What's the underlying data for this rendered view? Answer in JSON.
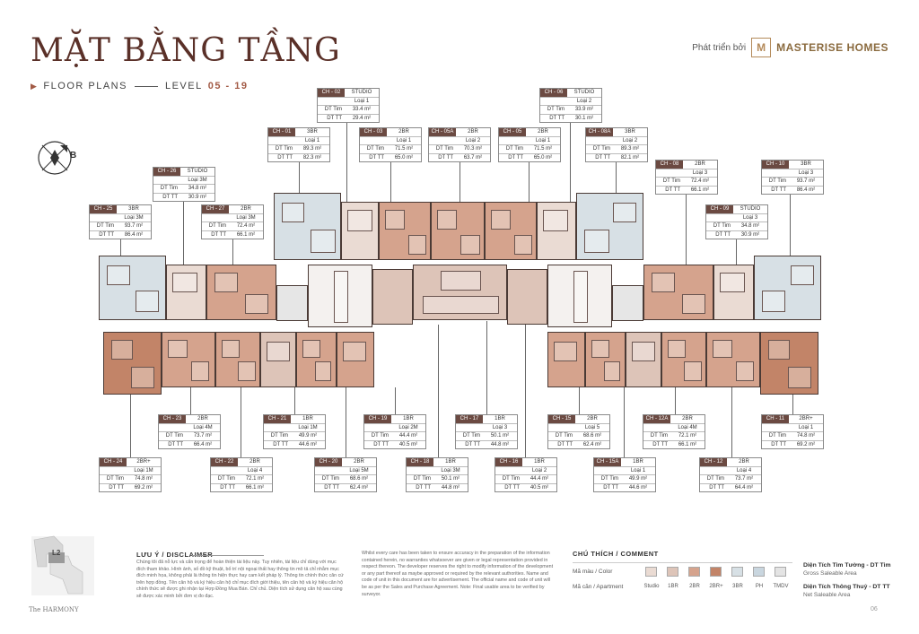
{
  "header": {
    "title": "MẶT BẰNG TẦNG",
    "floor_plans": "FLOOR PLANS",
    "level_label": "LEVEL",
    "level_range": "05 - 19"
  },
  "brand": {
    "developed_by": "Phát triển bởi",
    "name": "MASTERISE HOMES"
  },
  "compass": {
    "north_letter": "B"
  },
  "labels": {
    "gross": "DT Tim",
    "net": "DT TT"
  },
  "units": [
    {
      "code": "CH - 02",
      "type": "STUDIO",
      "loai": "Loại 1",
      "gross": "33.4 m²",
      "net": "29.4 m²"
    },
    {
      "code": "CH - 06",
      "type": "STUDIO",
      "loai": "Loại 2",
      "gross": "33.9 m²",
      "net": "30.1 m²"
    },
    {
      "code": "CH - 01",
      "type": "3BR",
      "loai": "Loại 1",
      "gross": "89.3 m²",
      "net": "82.3 m²"
    },
    {
      "code": "CH - 03",
      "type": "2BR",
      "loai": "Loại 1",
      "gross": "71.5 m²",
      "net": "65.0 m²"
    },
    {
      "code": "CH - 05A",
      "type": "2BR",
      "loai": "Loại 2",
      "gross": "70.3 m²",
      "net": "63.7 m²"
    },
    {
      "code": "CH - 05",
      "type": "2BR",
      "loai": "Loại 1",
      "gross": "71.5 m²",
      "net": "65.0 m²"
    },
    {
      "code": "CH - 08A",
      "type": "3BR",
      "loai": "Loại 2",
      "gross": "89.3 m²",
      "net": "82.1 m²"
    },
    {
      "code": "CH - 08",
      "type": "2BR",
      "loai": "Loại 3",
      "gross": "72.4 m²",
      "net": "66.1 m²"
    },
    {
      "code": "CH - 10",
      "type": "3BR",
      "loai": "Loại 3",
      "gross": "93.7 m²",
      "net": "86.4 m²"
    },
    {
      "code": "CH - 09",
      "type": "STUDIO",
      "loai": "Loại 3",
      "gross": "34.8 m²",
      "net": "30.9 m²"
    },
    {
      "code": "CH - 26",
      "type": "STUDIO",
      "loai": "Loại 3M",
      "gross": "34.8 m²",
      "net": "30.9 m²"
    },
    {
      "code": "CH - 25",
      "type": "3BR",
      "loai": "Loại 3M",
      "gross": "93.7 m²",
      "net": "86.4 m²"
    },
    {
      "code": "CH - 27",
      "type": "2BR",
      "loai": "Loại 3M",
      "gross": "72.4 m²",
      "net": "66.1 m²"
    },
    {
      "code": "CH - 23",
      "type": "2BR",
      "loai": "Loại 4M",
      "gross": "73.7 m²",
      "net": "66.4 m²"
    },
    {
      "code": "CH - 21",
      "type": "1BR",
      "loai": "Loại 1M",
      "gross": "49.9 m²",
      "net": "44.6 m²"
    },
    {
      "code": "CH - 19",
      "type": "1BR",
      "loai": "Loại 2M",
      "gross": "44.4 m²",
      "net": "40.5 m²"
    },
    {
      "code": "CH - 17",
      "type": "1BR",
      "loai": "Loại 3",
      "gross": "50.1 m²",
      "net": "44.8 m²"
    },
    {
      "code": "CH - 15",
      "type": "2BR",
      "loai": "Loại 5",
      "gross": "68.6 m²",
      "net": "62.4 m²"
    },
    {
      "code": "CH - 12A",
      "type": "2BR",
      "loai": "Loại 4M",
      "gross": "72.1 m²",
      "net": "66.1 m²"
    },
    {
      "code": "CH - 11",
      "type": "2BR+",
      "loai": "Loại 1",
      "gross": "74.8 m²",
      "net": "69.2 m²"
    },
    {
      "code": "CH - 24",
      "type": "2BR+",
      "loai": "Loại 1M",
      "gross": "74.8 m²",
      "net": "69.2 m²"
    },
    {
      "code": "CH - 22",
      "type": "2BR",
      "loai": "Loại 4",
      "gross": "72.1 m²",
      "net": "66.1 m²"
    },
    {
      "code": "CH - 20",
      "type": "2BR",
      "loai": "Loại 5M",
      "gross": "68.6 m²",
      "net": "62.4 m²"
    },
    {
      "code": "CH - 18",
      "type": "1BR",
      "loai": "Loại 3M",
      "gross": "50.1 m²",
      "net": "44.8 m²"
    },
    {
      "code": "CH - 16",
      "type": "1BR",
      "loai": "Loại 2",
      "gross": "44.4 m²",
      "net": "40.5 m²"
    },
    {
      "code": "CH - 15A",
      "type": "1BR",
      "loai": "Loại 1",
      "gross": "49.9 m²",
      "net": "44.6 m²"
    },
    {
      "code": "CH - 12",
      "type": "2BR",
      "loai": "Loại 4",
      "gross": "73.7 m²",
      "net": "64.4 m²"
    }
  ],
  "footer": {
    "minimap_label": "L2",
    "project": "The HARMONY",
    "disclaimer_title": "LƯU Ý / DISCLAIMER",
    "disclaimer_vi": "Chúng tôi đã nỗ lực và cẩn trọng để hoàn thiện tài liệu này. Tuy nhiên, tài liệu chỉ dùng với mục đích tham khảo. Hình ảnh, số đồ kỹ thuật, bố trí nội ngoại thất hay thông tin mô tả chỉ nhằm mục đích minh họa, không phải là thông tin hiện thực hay cam kết pháp lý. Thông tin chính thức căn cứ trên hợp đồng. Tên căn hộ và ký hiệu căn hộ chỉ mục đích giới thiệu, tên căn hộ và ký hiệu căn hộ chính thức sẽ được ghi nhận tại Hợp Đồng Mua Bán. Chỉ chủ. Diện tích sử dụng căn hộ sau cùng sẽ được xác minh bởi đơn vị đo đạc.",
    "disclaimer_en": "Whilst every care has been taken to ensure accuracy in the preparation of the information contained herein, no warranties whatsoever are given or legal representation provided in respect thereon. The developer reserves the right to modify information of the development or any part thereof as maybe approved or required by the relevant authorities. Name and code of unit in this document are for advertisement. The official name and code of unit will be as per the Sales and Purchase Agreement. Note: Final usable area to be verified by surveyor.",
    "legend_title": "CHÚ THÍCH / COMMENT",
    "color_label": "Mã màu / Color",
    "apartment_label": "Mã căn / Apartment",
    "legend": [
      {
        "name": "Studio",
        "color": "#eadbd3"
      },
      {
        "name": "1BR",
        "color": "#ddc4b8"
      },
      {
        "name": "2BR",
        "color": "#d5a38d"
      },
      {
        "name": "2BR+",
        "color": "#c28468"
      },
      {
        "name": "3BR",
        "color": "#d7e0e5"
      },
      {
        "name": "PH",
        "color": "#c9d6df"
      },
      {
        "name": "TMDV",
        "color": "#e4e4e4"
      }
    ],
    "def1_title": "Diện Tích Tim Tường - DT Tim",
    "def1_sub": "Gross Saleable Area",
    "def2_title": "Diện Tích Thông Thuỷ - DT TT",
    "def2_sub": "Net Saleable Area",
    "page": "06"
  }
}
